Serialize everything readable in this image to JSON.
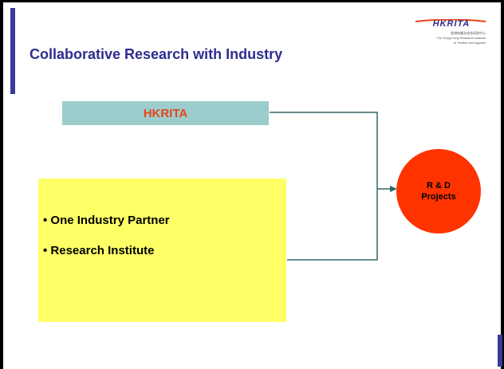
{
  "slide": {
    "title": "Collaborative Research with Industry"
  },
  "logo": {
    "name": "HKRITA",
    "chinese_line": "香港紡織及成衣研發中心",
    "english_line_1": "The Hong Kong Research Institute",
    "english_line_2": "of Textiles and Apparel"
  },
  "diagram": {
    "top_box": {
      "label": "HKRITA",
      "fill": "#9ccccc",
      "text_color": "#e8451c"
    },
    "partner_box": {
      "fill": "#ffff66",
      "bullets": [
        "• One Industry Partner",
        "• Research Institute"
      ]
    },
    "target": {
      "line1": "R & D",
      "line2": "Projects",
      "fill": "#ff3300"
    },
    "connector_color": "#336666"
  }
}
